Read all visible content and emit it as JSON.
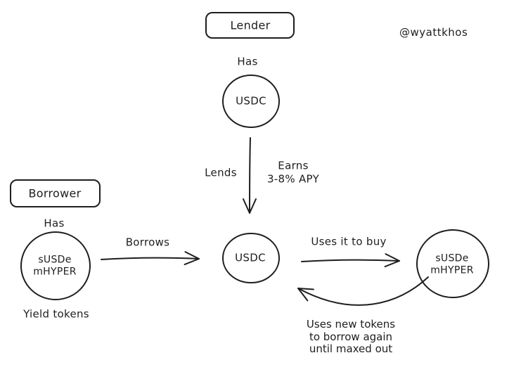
{
  "attribution": "@wyattkhos",
  "colors": {
    "stroke": "#1e1e1e",
    "background": "#ffffff"
  },
  "nodes": {
    "lender_box_label": "Lender",
    "borrower_box_label": "Borrower",
    "lender_has_label": "Has",
    "borrower_has_label": "Has",
    "usdc_top_label": "USDC",
    "usdc_center_label": "USDC",
    "borrower_tokens_line1": "sUSDe",
    "borrower_tokens_line2": "mHYPER",
    "bought_tokens_line1": "sUSDe",
    "bought_tokens_line2": "mHYPER",
    "yield_tokens_caption": "Yield tokens"
  },
  "edges": {
    "lends_label": "Lends",
    "earns_line1": "Earns",
    "earns_line2": "3-8% APY",
    "borrows_label": "Borrows",
    "buy_label": "Uses it to buy",
    "loop_line1": "Uses new tokens",
    "loop_line2": "to borrow again",
    "loop_line3": "until maxed out"
  }
}
